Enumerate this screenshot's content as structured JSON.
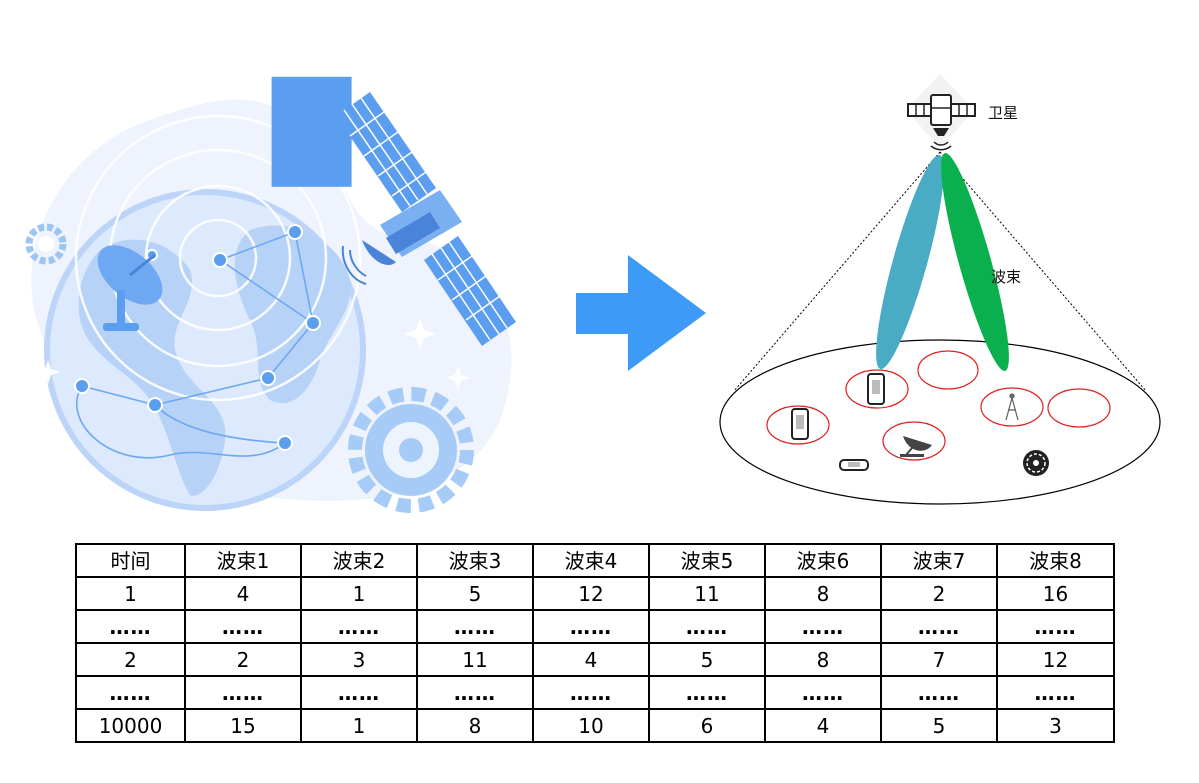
{
  "satellite_label": "卫星",
  "beam_label": "波束",
  "table": {
    "headers": [
      "时间",
      "波束1",
      "波束2",
      "波束3",
      "波束4",
      "波束5",
      "波束6",
      "波束7",
      "波束8"
    ],
    "rows": [
      [
        "1",
        "4",
        "1",
        "5",
        "12",
        "11",
        "8",
        "2",
        "16"
      ],
      [
        "……",
        "……",
        "……",
        "……",
        "……",
        "……",
        "……",
        "……",
        "……"
      ],
      [
        "2",
        "2",
        "3",
        "11",
        "4",
        "5",
        "8",
        "7",
        "12"
      ],
      [
        "……",
        "……",
        "……",
        "……",
        "……",
        "……",
        "……",
        "……",
        "……"
      ],
      [
        "10000",
        "15",
        "1",
        "8",
        "10",
        "6",
        "4",
        "5",
        "3"
      ]
    ]
  },
  "colors": {
    "arrow": "#3d9bf7",
    "beam_teal": "#4aabc4",
    "beam_green": "#0bb04e",
    "spot_circle": "#e02020",
    "illustration_blue": "#5b9ef0"
  }
}
